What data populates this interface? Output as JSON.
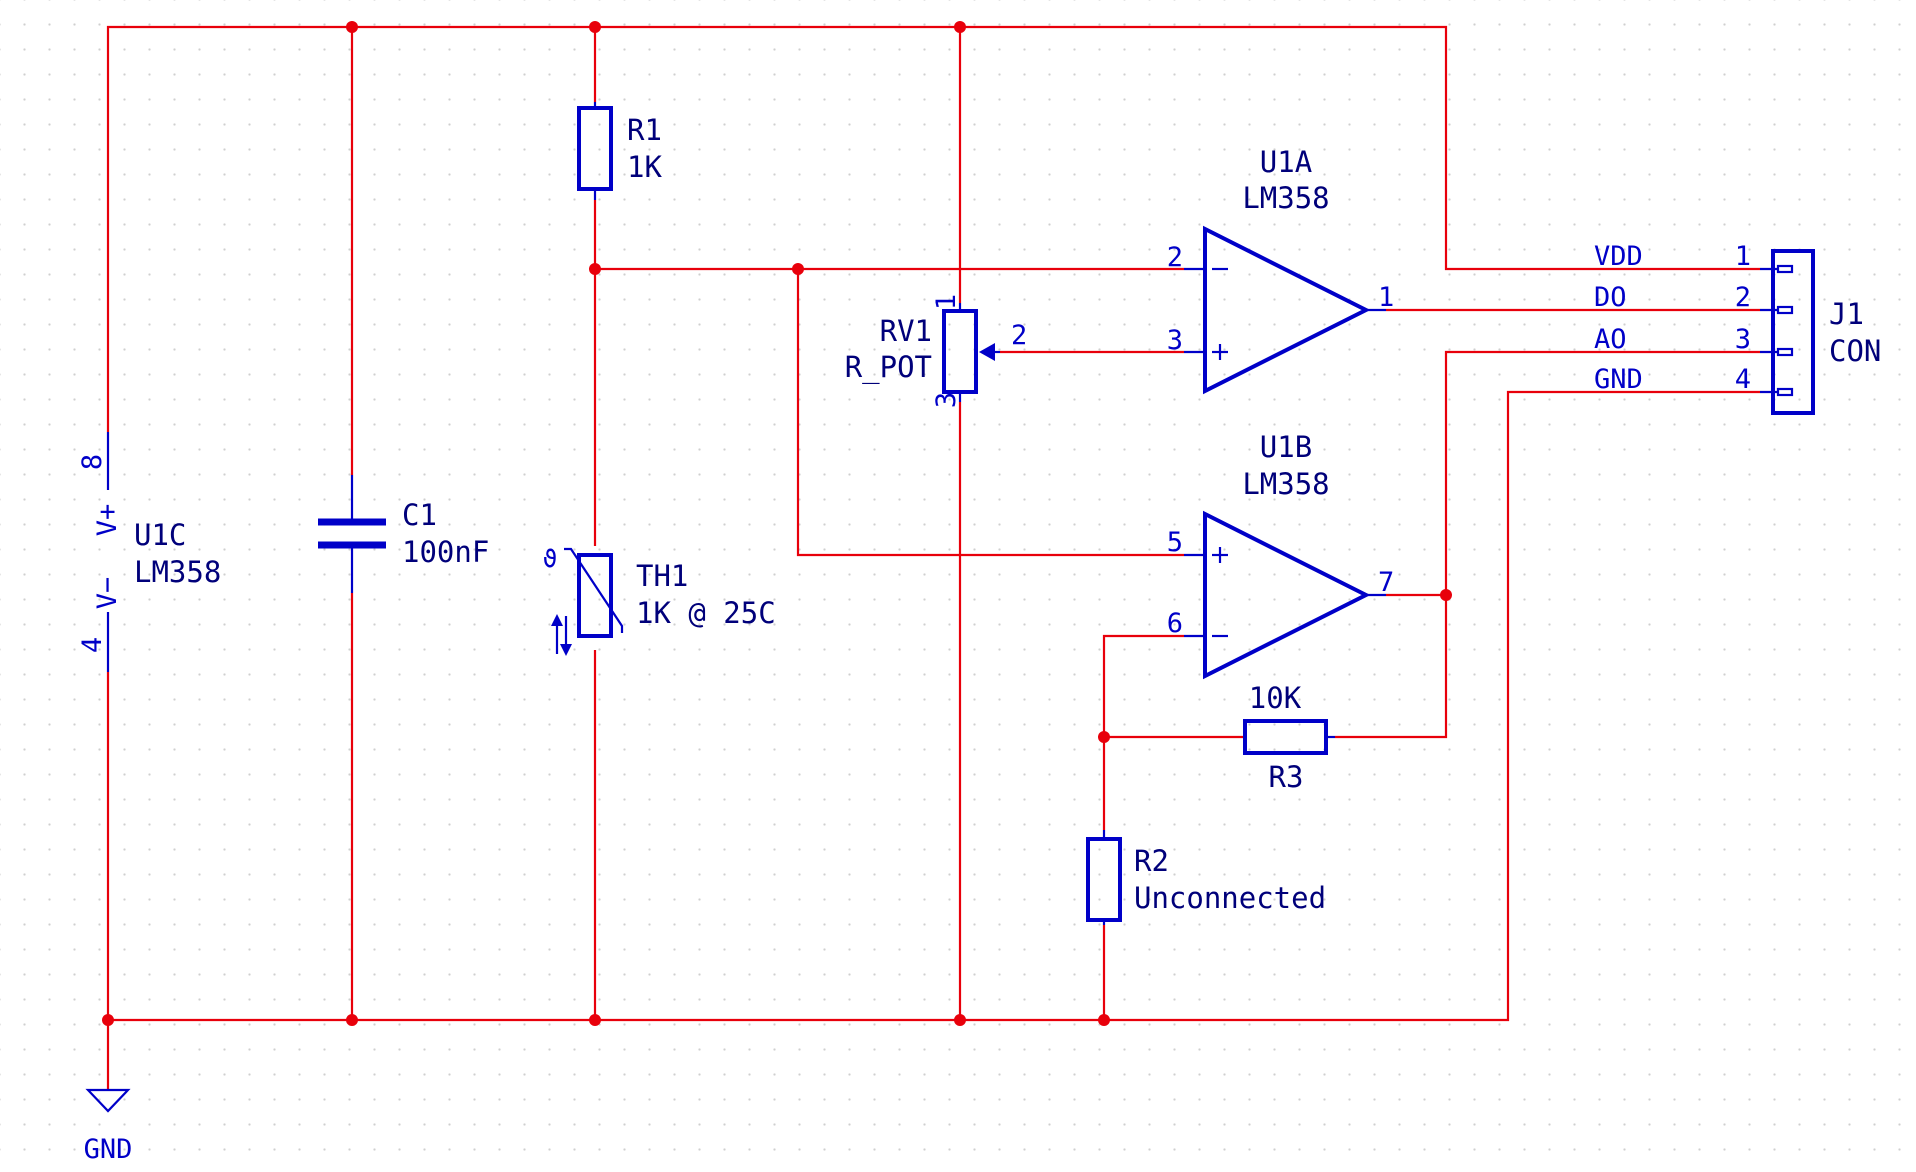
{
  "components": {
    "u1c": {
      "ref": "U1C",
      "value": "LM358",
      "pin_top": "8",
      "pin_top_name": "V+",
      "pin_bottom": "4",
      "pin_bottom_name": "V−"
    },
    "c1": {
      "ref": "C1",
      "value": "100nF"
    },
    "r1": {
      "ref": "R1",
      "value": "1K"
    },
    "th1": {
      "ref": "TH1",
      "value": "1K @ 25C"
    },
    "rv1": {
      "ref": "RV1",
      "value": "R_POT",
      "pin1": "1",
      "pin2": "2",
      "pin3": "3"
    },
    "u1a": {
      "ref": "U1A",
      "value": "LM358",
      "pin_inv": "2",
      "pin_noninv": "3",
      "pin_out": "1"
    },
    "u1b": {
      "ref": "U1B",
      "value": "LM358",
      "pin_noninv": "5",
      "pin_inv": "6",
      "pin_out": "7"
    },
    "r3": {
      "ref": "R3",
      "value": "10K"
    },
    "r2": {
      "ref": "R2",
      "value": "Unconnected"
    },
    "j1": {
      "ref": "J1",
      "value": "CON",
      "pins": [
        {
          "num": "1",
          "net": "VDD"
        },
        {
          "num": "2",
          "net": "DO"
        },
        {
          "num": "3",
          "net": "AO"
        },
        {
          "num": "4",
          "net": "GND"
        }
      ]
    }
  },
  "power": {
    "gnd_label": "GND"
  },
  "colors": {
    "wire": "#e8000b",
    "symbol": "#0000c8",
    "text": "#00007a",
    "grid": "#cfcfcf"
  }
}
